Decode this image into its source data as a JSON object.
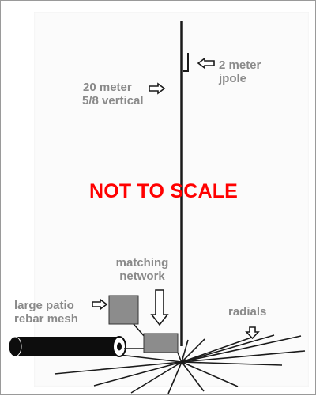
{
  "diagram": {
    "title": "NOT TO SCALE",
    "labels": {
      "two_meter_line1": "2 meter",
      "two_meter_line2": "jpole",
      "twenty_meter_line1": "20 meter",
      "twenty_meter_line2": "5/8 vertical",
      "matching_line1": "matching",
      "matching_line2": "network",
      "patio_line1": "large patio",
      "patio_line2": "rebar mesh",
      "radials": "radials"
    },
    "colors": {
      "label_text": "#8a8a8a",
      "title_text": "#ff0000",
      "antenna": "#1a1a1a",
      "box_fill": "#8c8c8c",
      "cable_fill": "#0d0d0d"
    },
    "icons": [
      "arrow-left-icon",
      "arrow-right-icon",
      "arrow-down-icon"
    ]
  }
}
